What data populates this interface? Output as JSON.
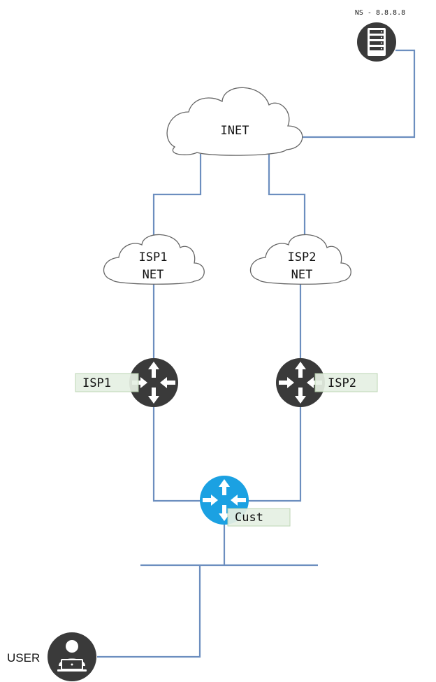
{
  "nodes": {
    "nameserver": {
      "label": "NS - 8.8.8.8",
      "icon": "server-icon"
    },
    "inet": {
      "label": "INET",
      "icon": "cloud-icon"
    },
    "isp1_net": {
      "label_line1": "ISP1",
      "label_line2": "NET",
      "icon": "cloud-icon"
    },
    "isp2_net": {
      "label_line1": "ISP2",
      "label_line2": "NET",
      "icon": "cloud-icon"
    },
    "isp1_router": {
      "label": "ISP1",
      "icon": "router-icon"
    },
    "isp2_router": {
      "label": "ISP2",
      "icon": "router-icon"
    },
    "cust_router": {
      "label": "Cust",
      "icon": "router-icon"
    },
    "user": {
      "label": "USER",
      "icon": "user-laptop-icon"
    }
  },
  "colors": {
    "link": "#6c8ebf",
    "router_dark": "#3a3a3a",
    "router_cust": "#1ba1e2",
    "label_bg": "#e6f0e3",
    "label_border": "#b7d3ae",
    "cloud_stroke": "#666666"
  }
}
